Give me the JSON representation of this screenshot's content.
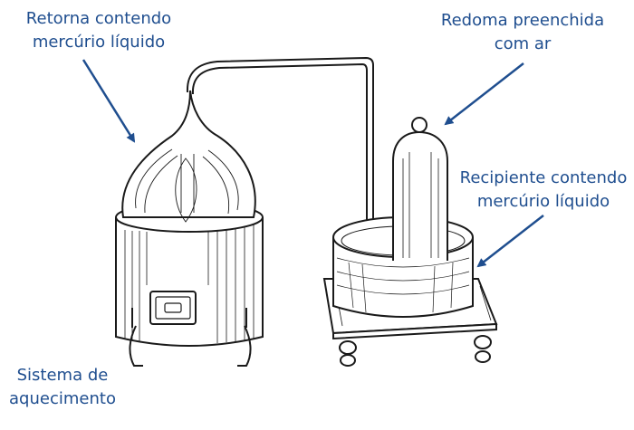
{
  "labels": {
    "retort": [
      "Retorna contendo",
      "mercúrio líquido"
    ],
    "bell_jar": [
      "Redoma preenchida",
      "com ar"
    ],
    "basin": [
      "Recipiente contendo",
      "mercúrio líquido"
    ],
    "heating": [
      "Sistema de",
      "aquecimento"
    ]
  },
  "colors": {
    "label": "#1f4e8f",
    "arrow": "#1f4e8f",
    "drawing": "#1a1a1a"
  }
}
